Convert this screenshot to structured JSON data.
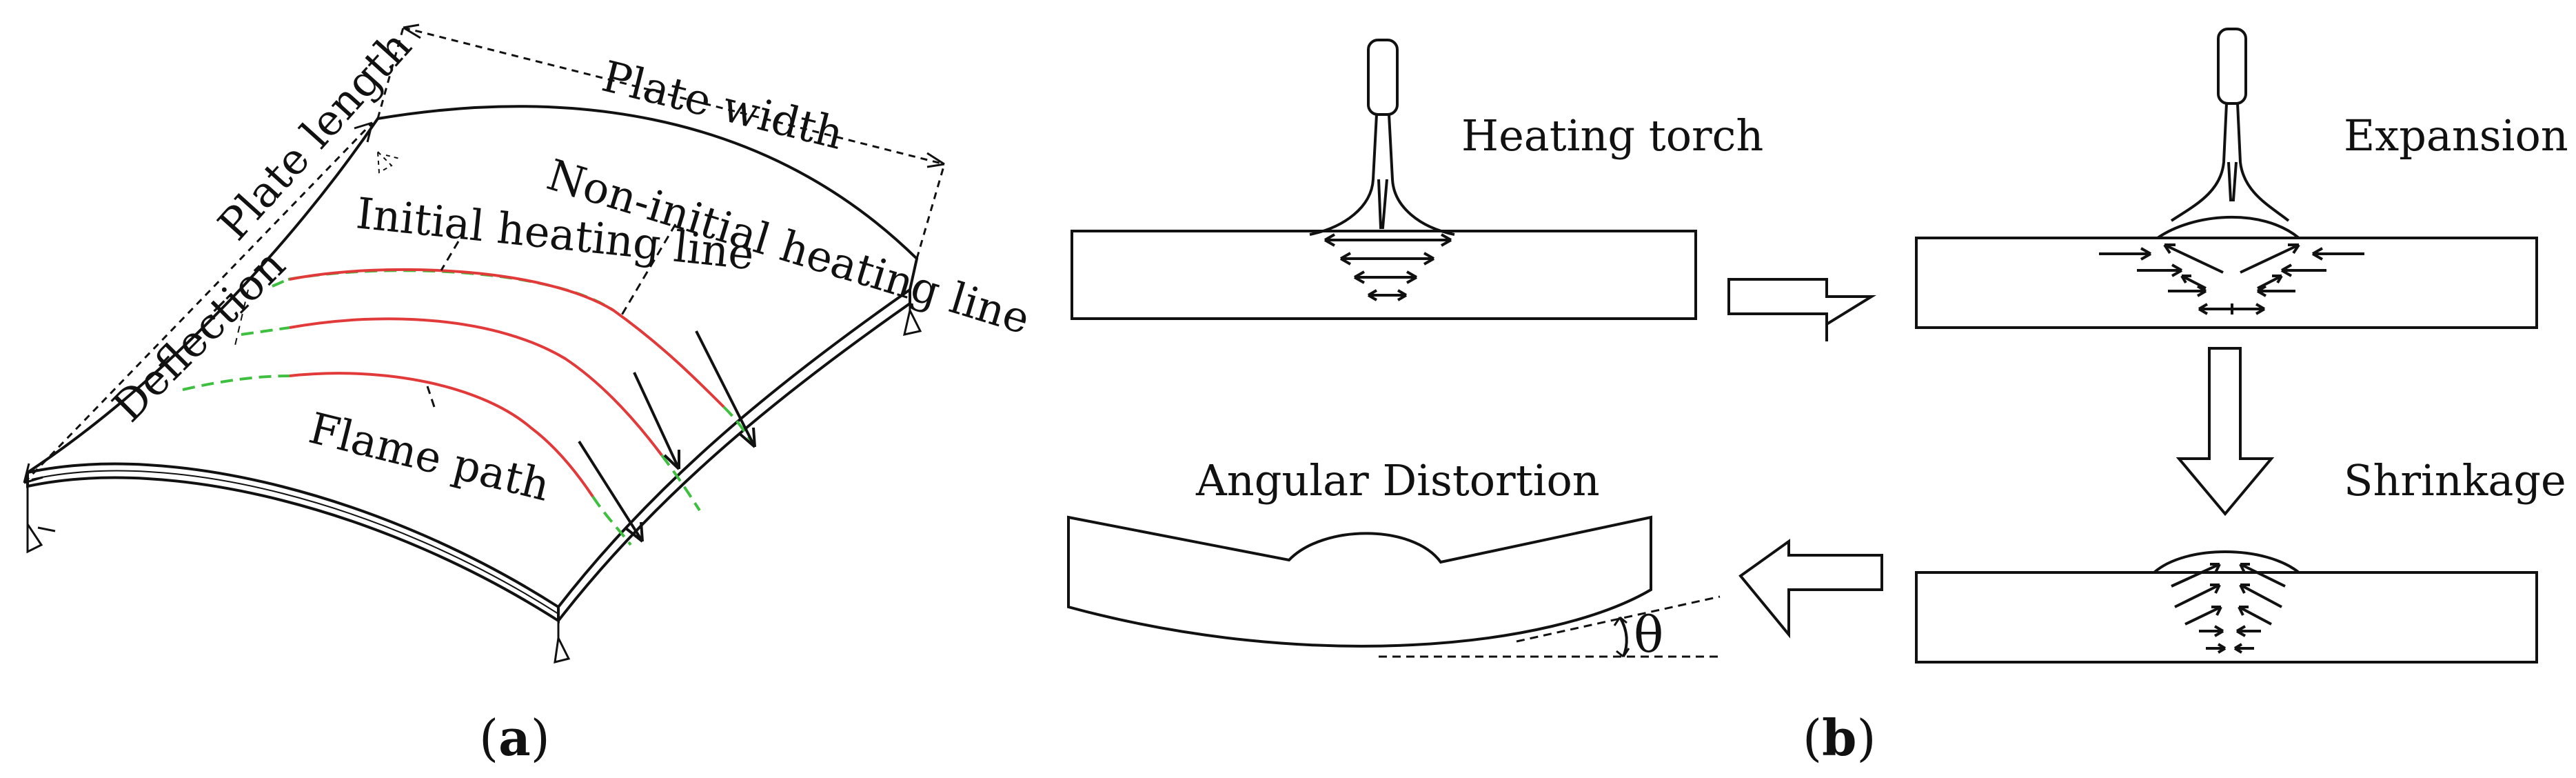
{
  "panel_a": {
    "plate_width": "Plate width",
    "plate_length": "Plate length",
    "initial_heating_line": "Initial heating line",
    "non_initial_heating_line": "Non-initial heating line",
    "deflection": "Deflection",
    "flame_path": "Flame path",
    "caption_paren_open": "(",
    "caption_letter": "a",
    "caption_paren_close": ")"
  },
  "panel_b": {
    "heating_torch": "Heating torch",
    "expansion": "Expansion",
    "shrinkage": "Shrinkage",
    "angular_distortion": "Angular Distortion",
    "theta": "θ",
    "caption_paren_open": "(",
    "caption_letter": "b",
    "caption_paren_close": ")"
  },
  "colors": {
    "line": "#111111",
    "heating_red": "#e23a3a",
    "heating_green": "#3fbf3f"
  }
}
